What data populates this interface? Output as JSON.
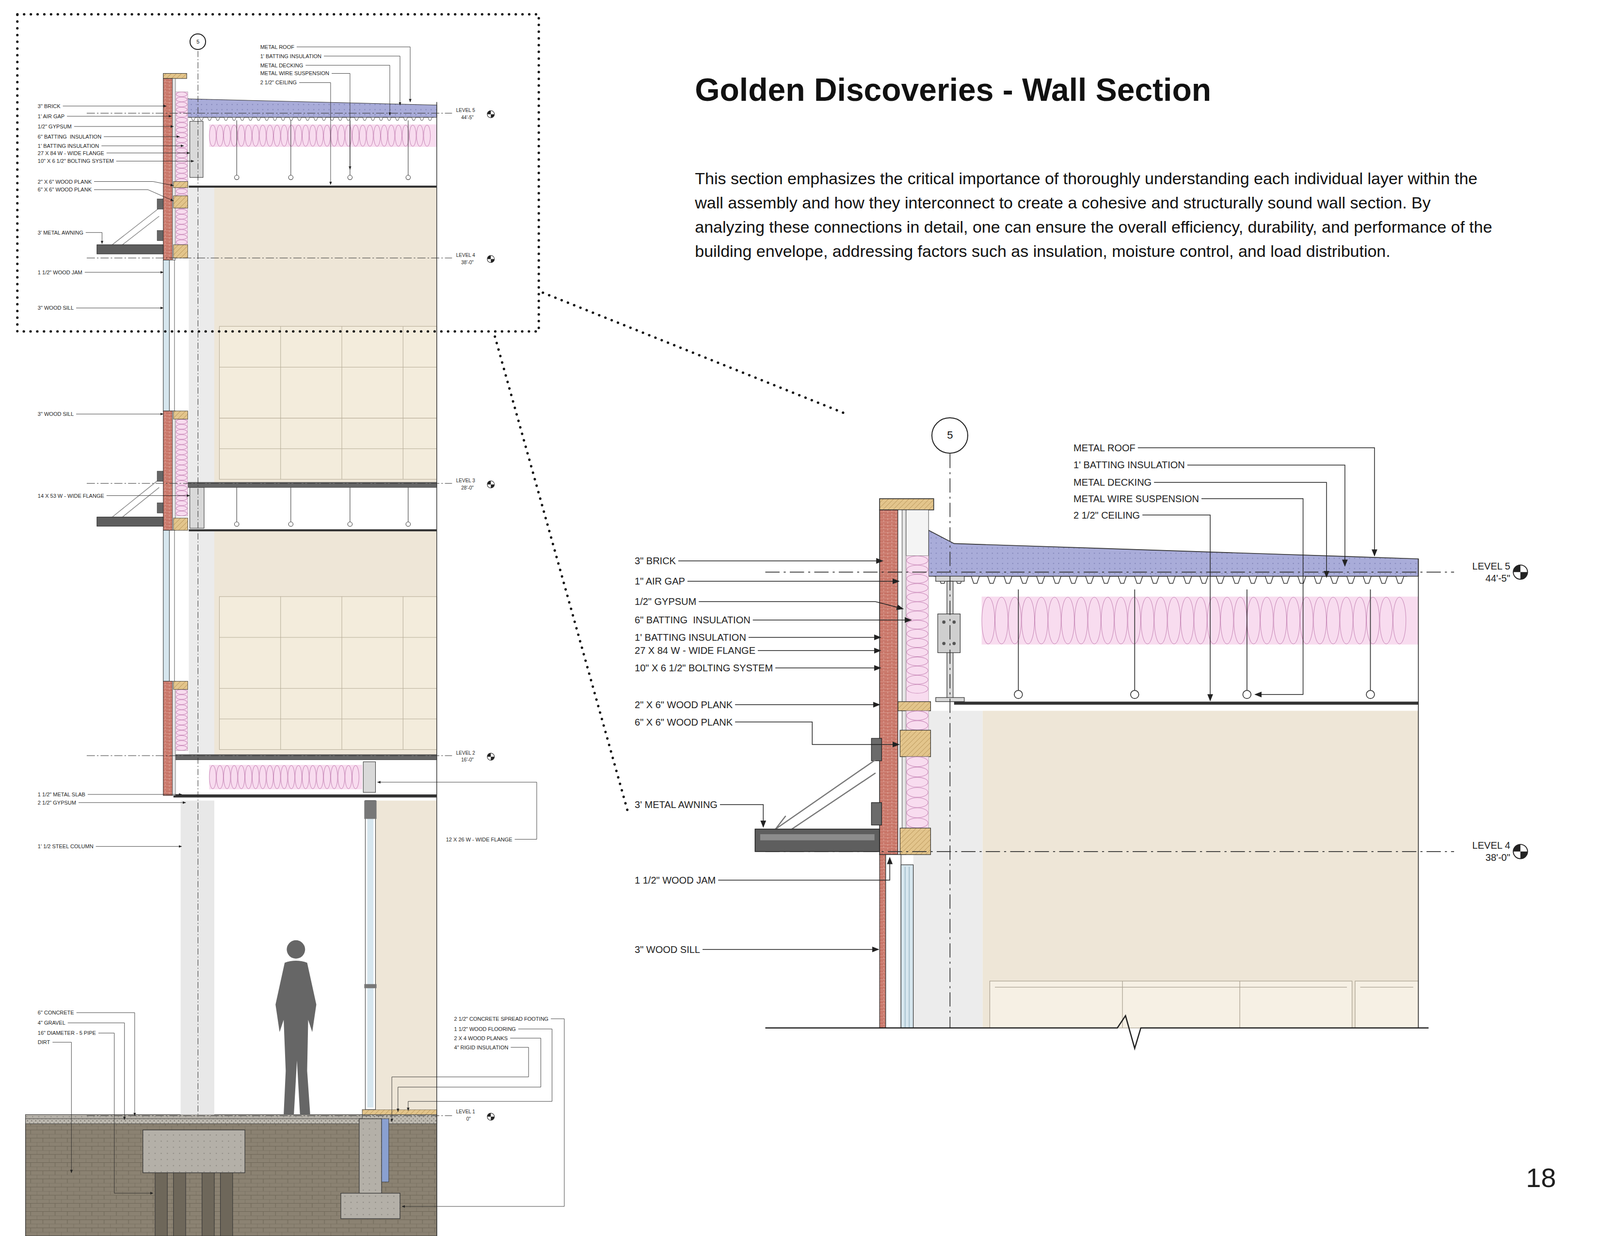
{
  "diagram": {
    "title": "Golden Discoveries - Wall Section",
    "caption": "This section emphasizes the critical importance of thoroughly understanding each individual layer within the wall assembly and how they interconnect to create a cohesive and structurally sound wall section. By analyzing these connections in detail, one can ensure the overall efficiency, durability, and performance of the building envelope, addressing factors such as insulation, moisture control, and load distribution.",
    "nodes": [
      {
        "text": [
          "5"
        ]
      },
      {
        "text": [
          "5"
        ]
      }
    ],
    "labels": [
      "METAL ROOF",
      "1' BATTING INSULATION",
      "METAL DECKING",
      "METAL WIRE SUSPENSION",
      "2 1/2\" CEILING",
      "3\" BRICK",
      "1' AIR GAP",
      "1/2\" GYPSUM",
      "6\" BATTING  INSULATION",
      "1' BATTING INSULATION",
      "27 X 84 W - WIDE FLANGE",
      "10\" X 6 1/2\" BOLTING SYSTEM",
      "2\" X 6\" WOOD PLANK",
      "6\" X 6\" WOOD PLANK",
      "3' METAL AWNING",
      "1 1/2\" WOOD JAM",
      "3\" WOOD SILL",
      "3\" WOOD SILL",
      "14 X 53 W - WIDE FLANGE",
      "1 1/2\" METAL SLAB",
      "2 1/2\" GYPSUM",
      "1' 1/2 STEEL COLUMN",
      "6\" CONCRETE",
      "4\" GRAVEL",
      "16\" DIAMETER - 5 PIPE",
      "DIRT",
      "12 X 26 W - WIDE FLANGE",
      "2 1/2\" CONCRETE SPREAD FOOTING",
      "1 1/2\" WOOD FLOORING",
      "2 X 4 WOOD PLANKS",
      "4\" RIGID INSULATION",
      "LEVEL 5",
      "44'-5\"",
      "LEVEL 4",
      "38'-0\"",
      "LEVEL 3",
      "28'-0\"",
      "LEVEL 2",
      "16'-0\"",
      "LEVEL 1",
      "0\"",
      "METAL ROOF",
      "1' BATTING INSULATION",
      "METAL DECKING",
      "METAL WIRE SUSPENSION",
      "2 1/2\" CEILING",
      "3\" BRICK",
      "1\" AIR GAP",
      "1/2\" GYPSUM",
      "6\" BATTING  INSULATION",
      "1' BATTING INSULATION",
      "27 X 84 W - WIDE FLANGE",
      "10\" X 6 1/2\" BOLTING SYSTEM",
      "2\" X 6\" WOOD PLANK",
      "6\" X 6\" WOOD PLANK",
      "3' METAL AWNING",
      "1 1/2\" WOOD JAM",
      "3\" WOOD SILL",
      "LEVEL 5",
      "44'-5\"",
      "LEVEL 4",
      "38'-0\"",
      "18"
    ]
  }
}
